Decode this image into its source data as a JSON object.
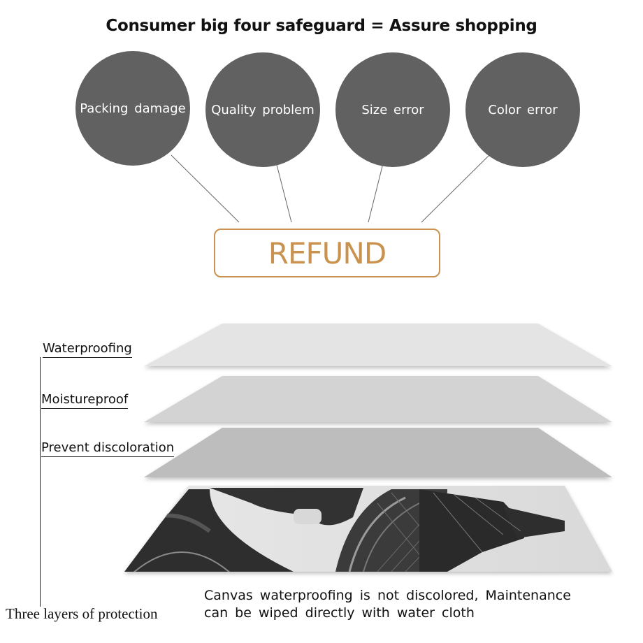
{
  "title": "Consumer big four safeguard = Assure shopping",
  "safeguards": [
    "Packing damage",
    "Quality problem",
    "Size error",
    "Color error"
  ],
  "refund_label": "REFUND",
  "layers": [
    "Waterproofing",
    "Moistureproof",
    "Prevent discoloration"
  ],
  "layers_summary": "Three layers of protection",
  "caption_line1": "Canvas waterproofing is not discolored, Maintenance",
  "caption_line2": "can be wiped directly with water cloth",
  "colors": {
    "circle": "#616161",
    "refund": "#c9924f"
  },
  "icons": {
    "canvas": "eiffel-tower-photo"
  }
}
